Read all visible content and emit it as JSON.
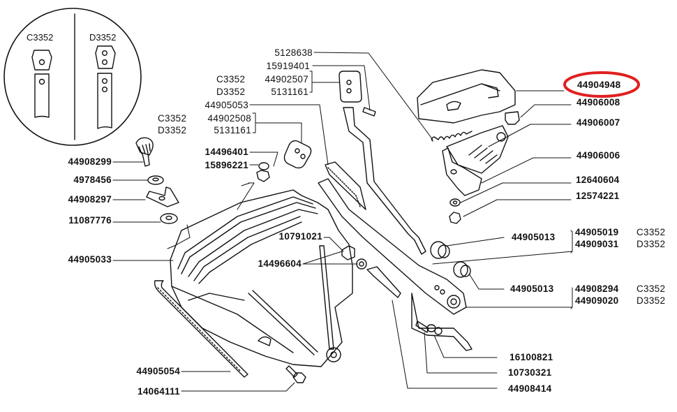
{
  "inset": {
    "left_variant": "C3352",
    "right_variant": "D3352"
  },
  "highlight": {
    "part": "44904948",
    "color": "#e02020"
  },
  "labels": {
    "p5128638": "5128638",
    "p15919401": "15919401",
    "grp1_c_model": "C3352",
    "grp1_c_part": "44902507",
    "grp1_d_model": "D3352",
    "grp1_d_part": "5131161",
    "p44905053": "44905053",
    "grp2_c_model": "C3352",
    "grp2_c_part": "44902508",
    "grp2_d_model": "D3352",
    "grp2_d_part": "5131161",
    "p14496401": "14496401",
    "p15896221": "15896221",
    "p44908299": "44908299",
    "p4978456": "4978456",
    "p44908297": "44908297",
    "p11087776": "11087776",
    "p44905033": "44905033",
    "p10791021": "10791021",
    "p14496604": "14496604",
    "p44905054": "44905054",
    "p14064111": "14064111",
    "p44904948": "44904948",
    "p44906008": "44906008",
    "p44906007": "44906007",
    "p44906006": "44906006",
    "p12640604": "12640604",
    "p12574221": "12574221",
    "p44905013a": "44905013",
    "grp3_c_part": "44905019",
    "grp3_c_model": "C3352",
    "grp3_d_part": "44909031",
    "grp3_d_model": "D3352",
    "p44905013b": "44905013",
    "grp4_c_part": "44908294",
    "grp4_c_model": "C3352",
    "grp4_d_part": "44909020",
    "grp4_d_model": "D3352",
    "p16100821": "16100821",
    "p10730321": "10730321",
    "p44908414": "44908414"
  }
}
